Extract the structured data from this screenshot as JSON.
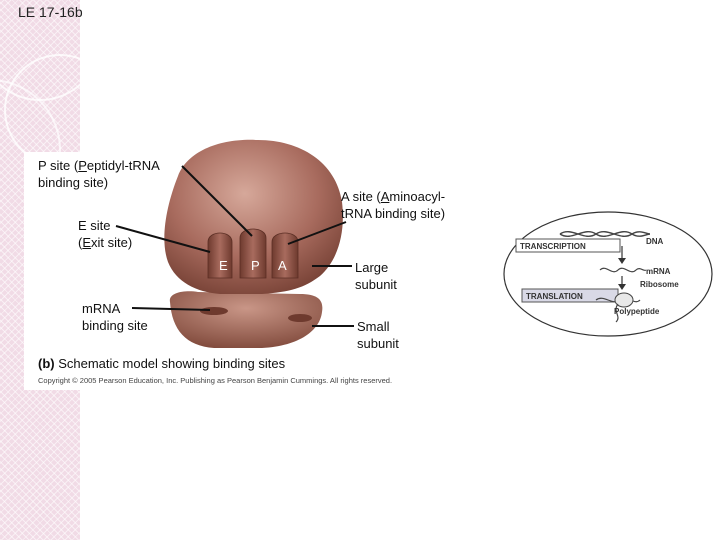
{
  "slide": {
    "title": "LE 17-16b"
  },
  "labels": {
    "p_site_line1_pre": "P site (",
    "p_site_line1_u": "P",
    "p_site_line1_post": "eptidyl-tRNA",
    "p_site_line2": "binding site)",
    "a_site_line1_pre": "A site (",
    "a_site_line1_u": "A",
    "a_site_line1_post": "minoacyl-",
    "a_site_line2": "tRNA binding site)",
    "e_site_line1": "E site",
    "e_site_line2_pre": "(",
    "e_site_line2_u": "E",
    "e_site_line2_post": "xit site)",
    "large_line1": "Large",
    "large_line2": "subunit",
    "mrna_line1": "mRNA",
    "mrna_line2": "binding site",
    "small_line1": "Small",
    "small_line2": "subunit"
  },
  "site_letters": {
    "e": "E",
    "p": "P",
    "a": "A"
  },
  "caption": {
    "part": "(b)",
    "text": " Schematic model showing binding sites"
  },
  "copyright": "Copyright © 2005 Pearson Education, Inc. Publishing as Pearson Benjamin Cummings. All rights reserved.",
  "inset": {
    "transcription": "TRANSCRIPTION",
    "translation": "TRANSLATION",
    "dna": "DNA",
    "mrna": "mRNA",
    "ribosome": "Ribosome",
    "polypeptide": "Polypeptide"
  },
  "colors": {
    "ribosome_light": "#c99687",
    "ribosome_mid": "#a86b5e",
    "ribosome_dark": "#7b4436",
    "left_band": "#f1dbe6"
  }
}
